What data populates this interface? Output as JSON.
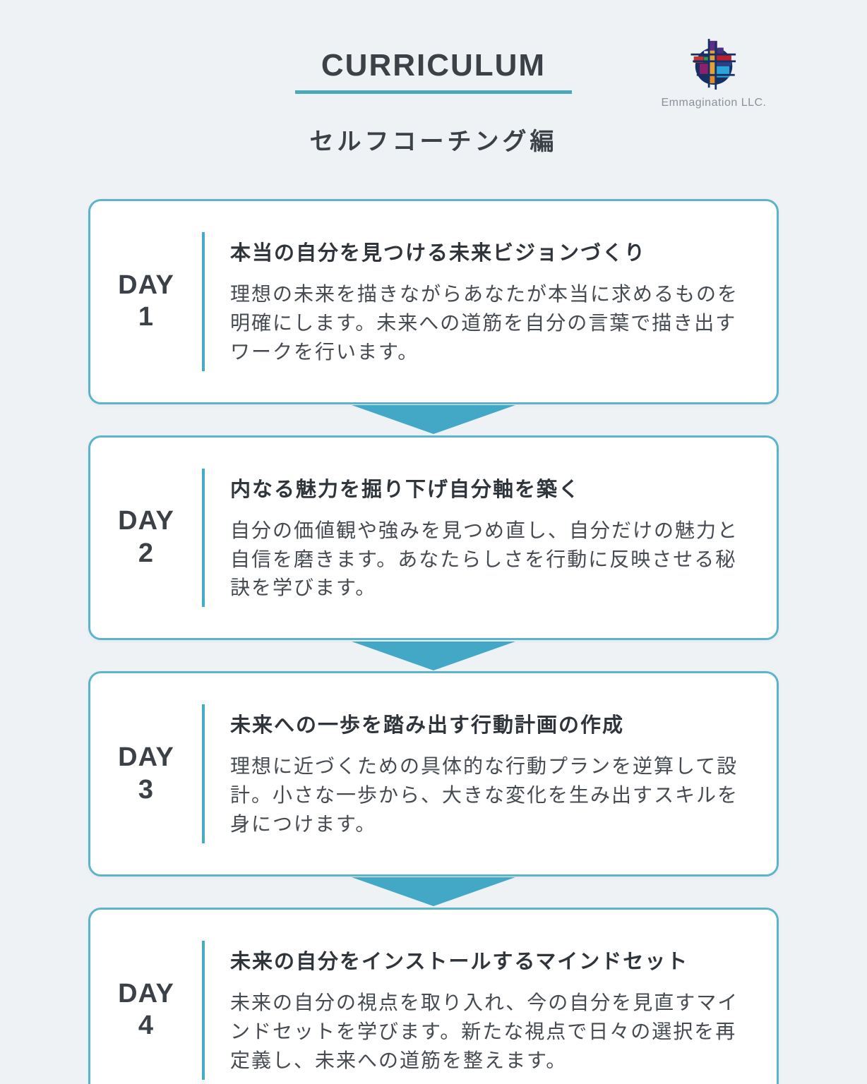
{
  "header": {
    "title": "CURRICULUM",
    "subtitle": "セルフコーチング編"
  },
  "logo": {
    "icon": "mosaic-cross-logo",
    "company": "Emmagination LLC."
  },
  "days": [
    {
      "label": "DAY",
      "number": "1",
      "title": "本当の自分を見つける未来ビジョンづくり",
      "description": "理想の未来を描きながらあなたが本当に求めるものを明確にします。未来への道筋を自分の言葉で描き出すワークを行います。"
    },
    {
      "label": "DAY",
      "number": "2",
      "title": "内なる魅力を掘り下げ自分軸を築く",
      "description": "自分の価値観や強みを見つめ直し、自分だけの魅力と自信を磨きます。あなたらしさを行動に反映させる秘訣を学びます。"
    },
    {
      "label": "DAY",
      "number": "3",
      "title": "未来への一歩を踏み出す行動計画の作成",
      "description": "理想に近づくための具体的な行動プランを逆算して設計。小さな一歩から、大きな変化を生み出すスキルを身につけます。"
    },
    {
      "label": "DAY",
      "number": "4",
      "title": "未来の自分をインストールするマインドセット",
      "description": "未来の自分の視点を取り入れ、今の自分を見直すマインドセットを学びます。新たな視点で日々の選択を再定義し、未来への道筋を整えます。"
    }
  ],
  "colors": {
    "background": "#eff2f5",
    "accent_arrow": "#42a8c6",
    "card_border": "#5db4ca",
    "divider": "#47abc8",
    "underline": "#4aa9b8",
    "text_dark": "#3b4147",
    "text_body": "#464b52"
  }
}
